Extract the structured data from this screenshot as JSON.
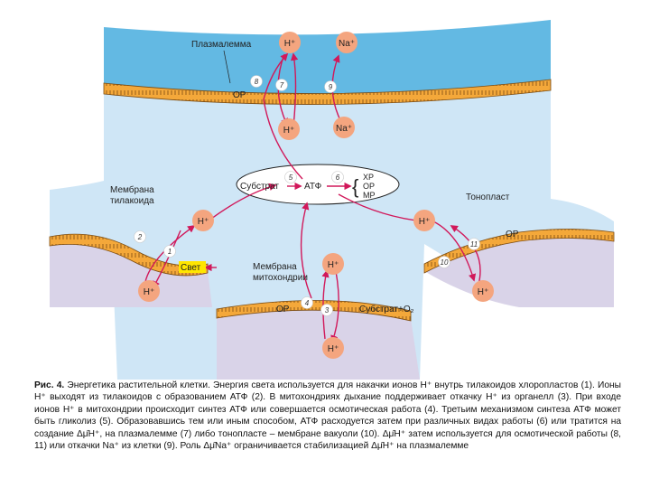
{
  "colors": {
    "cytoplasm": "#cfe6f6",
    "outside": "#63b9e3",
    "membrane_band": "#f4a83a",
    "ion_circle": "#f4a57f",
    "arrow": "#d1185a",
    "lumen": "#d9d3e8",
    "light_box": "#ffe600"
  },
  "diagram": {
    "labels": {
      "plasmalemma": "Плазмалемма",
      "thylakoid_membrane_1": "Мембрана",
      "thylakoid_membrane_2": "тилакоида",
      "tonoplast": "Тонопласт",
      "mito_membrane_1": "Мембрана",
      "mito_membrane_2": "митохондрии",
      "substrate": "Субстрат",
      "atp": "АТФ",
      "work_chem": "ХР",
      "work_osm": "ОР",
      "work_mech": "МР",
      "or_plasma": "ОР",
      "or_tonoplast": "ОР",
      "or_mito": "ОР",
      "substrate_o2": "Субстрат+O₂",
      "light": "Свет"
    },
    "ions": {
      "h_out": "H⁺",
      "na_out": "Na⁺",
      "h_cyto_plasma": "H⁺",
      "na_cyto": "Na⁺",
      "h_thylakoid_cyto": "H⁺",
      "h_thylakoid_lumen": "H⁺",
      "h_vacuole_cyto": "H⁺",
      "h_vacuole": "H⁺",
      "h_mito_cyto": "H⁺",
      "h_mito_matrix": "H⁺"
    },
    "numbers": {
      "n1": "1",
      "n2": "2",
      "n3": "3",
      "n4": "4",
      "n5": "5",
      "n6": "6",
      "n7": "7",
      "n8": "8",
      "n9": "9",
      "n10": "10",
      "n11": "11"
    }
  },
  "caption": {
    "title": "Рис. 4.",
    "text": "Энергетика растительной клетки. Энергия света используется для накачки ионов H⁺ внутрь тилакоидов хлоропластов (1). Ионы H⁺ выходят из тилакоидов с образованием АТФ (2). В митохондриях дыхание поддерживает откачку H⁺ из органелл (3). При входе ионов H⁺ в митохондрии происходит синтез АТФ или совершается осмотическая работа (4). Третьим механизмом синтеза АТФ может быть гликолиз (5). Образовавшись тем или иным способом, АТФ расходуется затем при различных видах работы (6) или тратится на создание Δμ̄H⁺, на плазмалемме (7) либо тонопласте – мембране вакуоли (10). Δμ̄H⁺ затем используется для осмотической работы (8, 11) или откачки Na⁺ из клетки (9). Роль Δμ̄Na⁺ ограничивается стабилизацией Δμ̄H⁺ на плазмалемме"
  }
}
